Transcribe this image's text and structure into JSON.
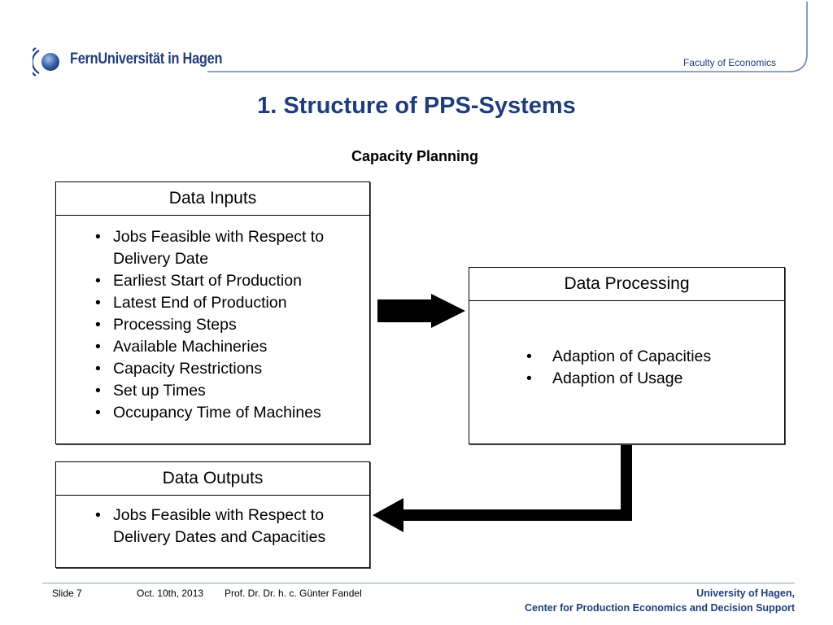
{
  "header": {
    "university": "FernUniversität in Hagen",
    "faculty": "Faculty of Economics"
  },
  "title": "1. Structure of PPS-Systems",
  "subtitle": "Capacity Planning",
  "boxes": {
    "inputs": {
      "heading": "Data Inputs",
      "items": [
        "Jobs Feasible with Respect to Delivery Date",
        "Earliest Start of Production",
        "Latest End of Production",
        "Processing Steps",
        "Available Machineries",
        "Capacity Restrictions",
        "Set up Times",
        "Occupancy Time of Machines"
      ]
    },
    "processing": {
      "heading": "Data Processing",
      "items": [
        "Adaption of Capacities",
        "Adaption of Usage"
      ]
    },
    "outputs": {
      "heading": "Data Outputs",
      "items": [
        "Jobs Feasible with Respect to Delivery Dates and Capacities"
      ]
    }
  },
  "footer": {
    "slide": "Slide 7",
    "date": "Oct. 10th, 2013",
    "author": "Prof. Dr. Dr. h. c. Günter Fandel",
    "institution_line1": "University of Hagen,",
    "institution_line2": "Center for Production Economics and Decision Support"
  },
  "colors": {
    "brand_blue": "#1f3d7a",
    "line_blue": "#8fa3c7"
  },
  "icons": {
    "logo": "fernuni-globe-logo",
    "arrow_right": "arrow-right-icon",
    "arrow_return": "return-arrow-icon"
  }
}
